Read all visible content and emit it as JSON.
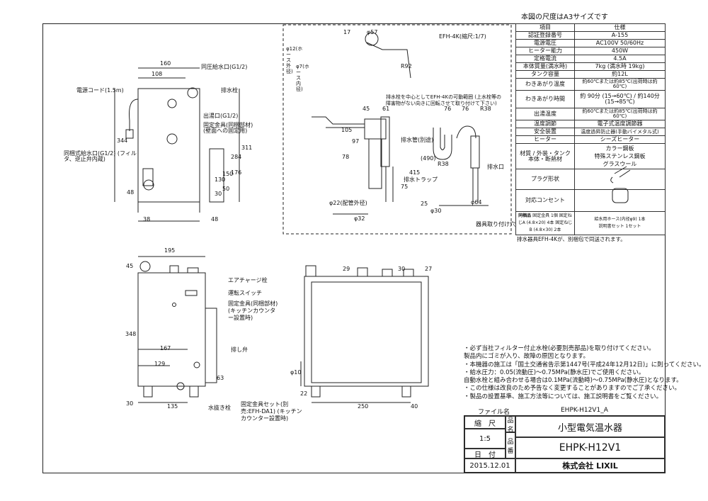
{
  "header": {
    "scale_note": "本図の尺度はA3サイズです"
  },
  "spec_table": {
    "head": [
      "項目",
      "仕様"
    ],
    "rows": [
      [
        "認証登録番号",
        "A-155"
      ],
      [
        "電源電圧",
        "AC100V 50/60Hz"
      ],
      [
        "ヒーター能力",
        "450W"
      ],
      [
        "定格電流",
        "4.5A"
      ],
      [
        "本体質量(満水時)",
        "7kg (満水時 19kg)"
      ],
      [
        "タンク容量",
        "約12L"
      ],
      [
        "わきあがり温度",
        "約60℃または約85℃(出荷時は約60℃)"
      ],
      [
        "わきあがり時間",
        "約 90分 (15→60℃) / 約140分 (15→85℃)"
      ],
      [
        "出湯温度",
        "約60℃または約85℃(出荷時は約60℃)"
      ],
      [
        "温度調節",
        "電子式温度調節器"
      ],
      [
        "安全装置",
        "温度過昇防止器(手動バイメタル式)"
      ],
      [
        "ヒーター",
        "シーズヒーター"
      ]
    ],
    "material_label": "材質",
    "material_rows": [
      [
        "外装",
        "カラー鋼板"
      ],
      [
        "タンク本体",
        "特殊ステンレス鋼板"
      ],
      [
        "断熱材",
        "グラスウール"
      ]
    ],
    "plug_label": "プラグ形状",
    "outlet_label": "対応コンセント",
    "accessories_label": "同梱品",
    "accessories": [
      [
        "固定金具",
        "1個",
        "給水用ホース(内径φ9)",
        "1本"
      ],
      [
        "固定ねじA (4.8×20)",
        "4本",
        "説明書セット",
        "1セット"
      ],
      [
        "固定ねじB (4.8×30)",
        "2本",
        "",
        ""
      ]
    ],
    "footnote": "排水器具EFH-4Kが、別梱包で同送されます。"
  },
  "drawing": {
    "top_labels": {
      "power_cord": "電源コード(1.5m)",
      "inlet": "同圧給水口(G1/2)",
      "drain_plug": "排水栓",
      "outlet": "出湯口(G1/2)",
      "bracket": "固定金具(同梱部材) (壁面への固定用)",
      "supply_filter": "同梱式給水口(G1/2) (フィルタ、逆止弁内蔵)"
    },
    "top_dims": [
      "160",
      "108",
      "344",
      "311",
      "284",
      "176",
      "150",
      "130",
      "50",
      "30",
      "48",
      "38",
      "48"
    ],
    "box_labels": {
      "title": "EFH-4K(縮尺:1/7)",
      "rotate_note": "排水栓を中心としてEFH-4Kの可動範囲 (上水栓等の障害物がない向きに回転させて取り付けて下さい)",
      "hose": "φ12(ホース外径)",
      "hose_inner": "φ7(ホース内径)",
      "pipe_diam": "φ22(配管外径)",
      "drain_support": "排水管(別途)",
      "drain_pan": "排水トラップ",
      "check": "排水口",
      "hole": "器具取り付け穴"
    },
    "box_dims": [
      "17",
      "φ57",
      "R92",
      "45",
      "61",
      "105",
      "97",
      "78",
      "415",
      "75",
      "(490)",
      "R38",
      "76",
      "76",
      "R38",
      "φ30",
      "φ64",
      "25",
      "φ32"
    ],
    "front_labels": {
      "air_vent": "エアチャージ栓",
      "switch": "運転スイッチ",
      "bracket": "固定金具(同梱部材) (キッチンカウンター設置時)",
      "drain_valve": "排し弁",
      "water_valve": "水抜き栓"
    },
    "front_dims": [
      "195",
      "45",
      "348",
      "167",
      "129",
      "63",
      "30",
      "135"
    ],
    "side_labels": {
      "bracket_set": "固定金具セット(別売:EFH-DA1) (キッチンカウンター設置時)"
    },
    "side_dims": [
      "29",
      "30",
      "27",
      "φ10",
      "22",
      "250",
      "40"
    ]
  },
  "notes": [
    "・必ず当社フィルター付止水栓(必要別売部品)を取り付けてください。",
    "  製品内にゴミが入り、故障の原因となります。",
    "・本機器の施工は「国土交通省告示第1447号(平成24年12月12日)」に則ってください。",
    "・給水圧力：0.05(流動圧)～0.75MPa(静水圧)でご使用ください。",
    "  自動水栓と組み合わせる場合は0.1MPa(流動時)～0.75MPa(静水圧)となります。",
    "・この仕様は改良のため予告なく変更することがありますのでご了承ください。",
    "・製品の設置基準、施工方法等については、施工説明書をご覧ください。"
  ],
  "title_block": {
    "file_label": "ファイル名",
    "file_name": "EHPK-H12V1_A",
    "scale_label": "縮　尺",
    "scale": "1:5",
    "date_label": "日　付",
    "date": "2015.12.01",
    "name_label_1": "品",
    "name_label_2": "名",
    "number_label_1": "品",
    "number_label_2": "番",
    "product_name": "小型電気温水器",
    "product_code": "EHPK-H12V1",
    "company": "株式会社 LIXIL"
  }
}
